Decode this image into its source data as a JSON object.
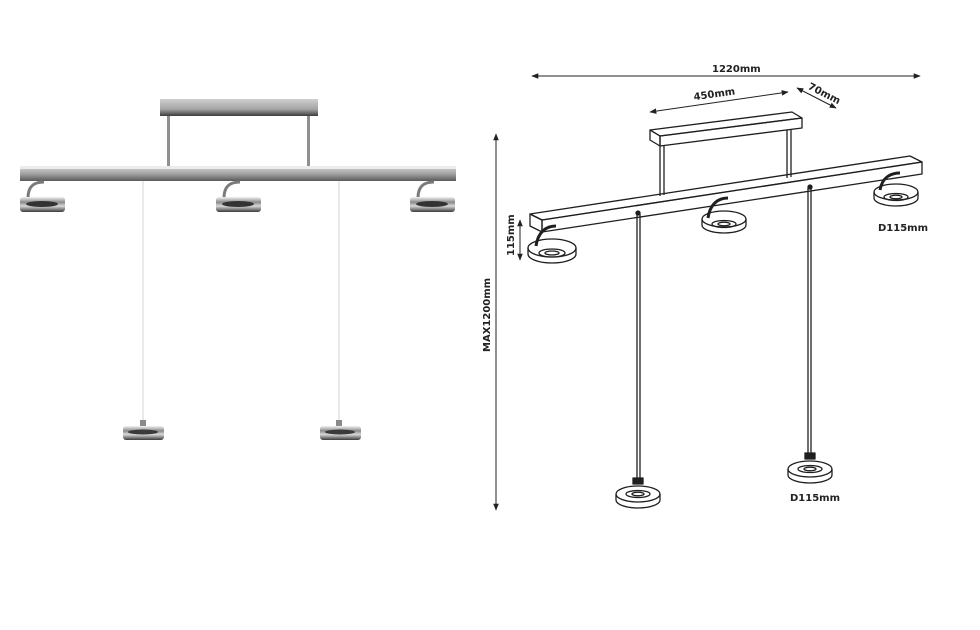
{
  "product": {
    "photo_view": {
      "fixed_heads": 3,
      "pendant_heads": 2
    },
    "drawing": {
      "dimensions": {
        "length": "1220mm",
        "canopy_length": "450mm",
        "canopy_depth": "70mm",
        "head_height": "115mm",
        "max_drop": "MAX1200mm",
        "fixed_head_diameter": "D115mm",
        "pendant_head_diameter": "D115mm"
      }
    }
  },
  "colors": {
    "line": "#1f1f1f",
    "metal_light": "#e6e6e6",
    "metal_mid": "#a9a9a9",
    "metal_dark": "#4a4a4a",
    "chrome": "#6c6c6c",
    "wire": "#cfcfcf"
  }
}
